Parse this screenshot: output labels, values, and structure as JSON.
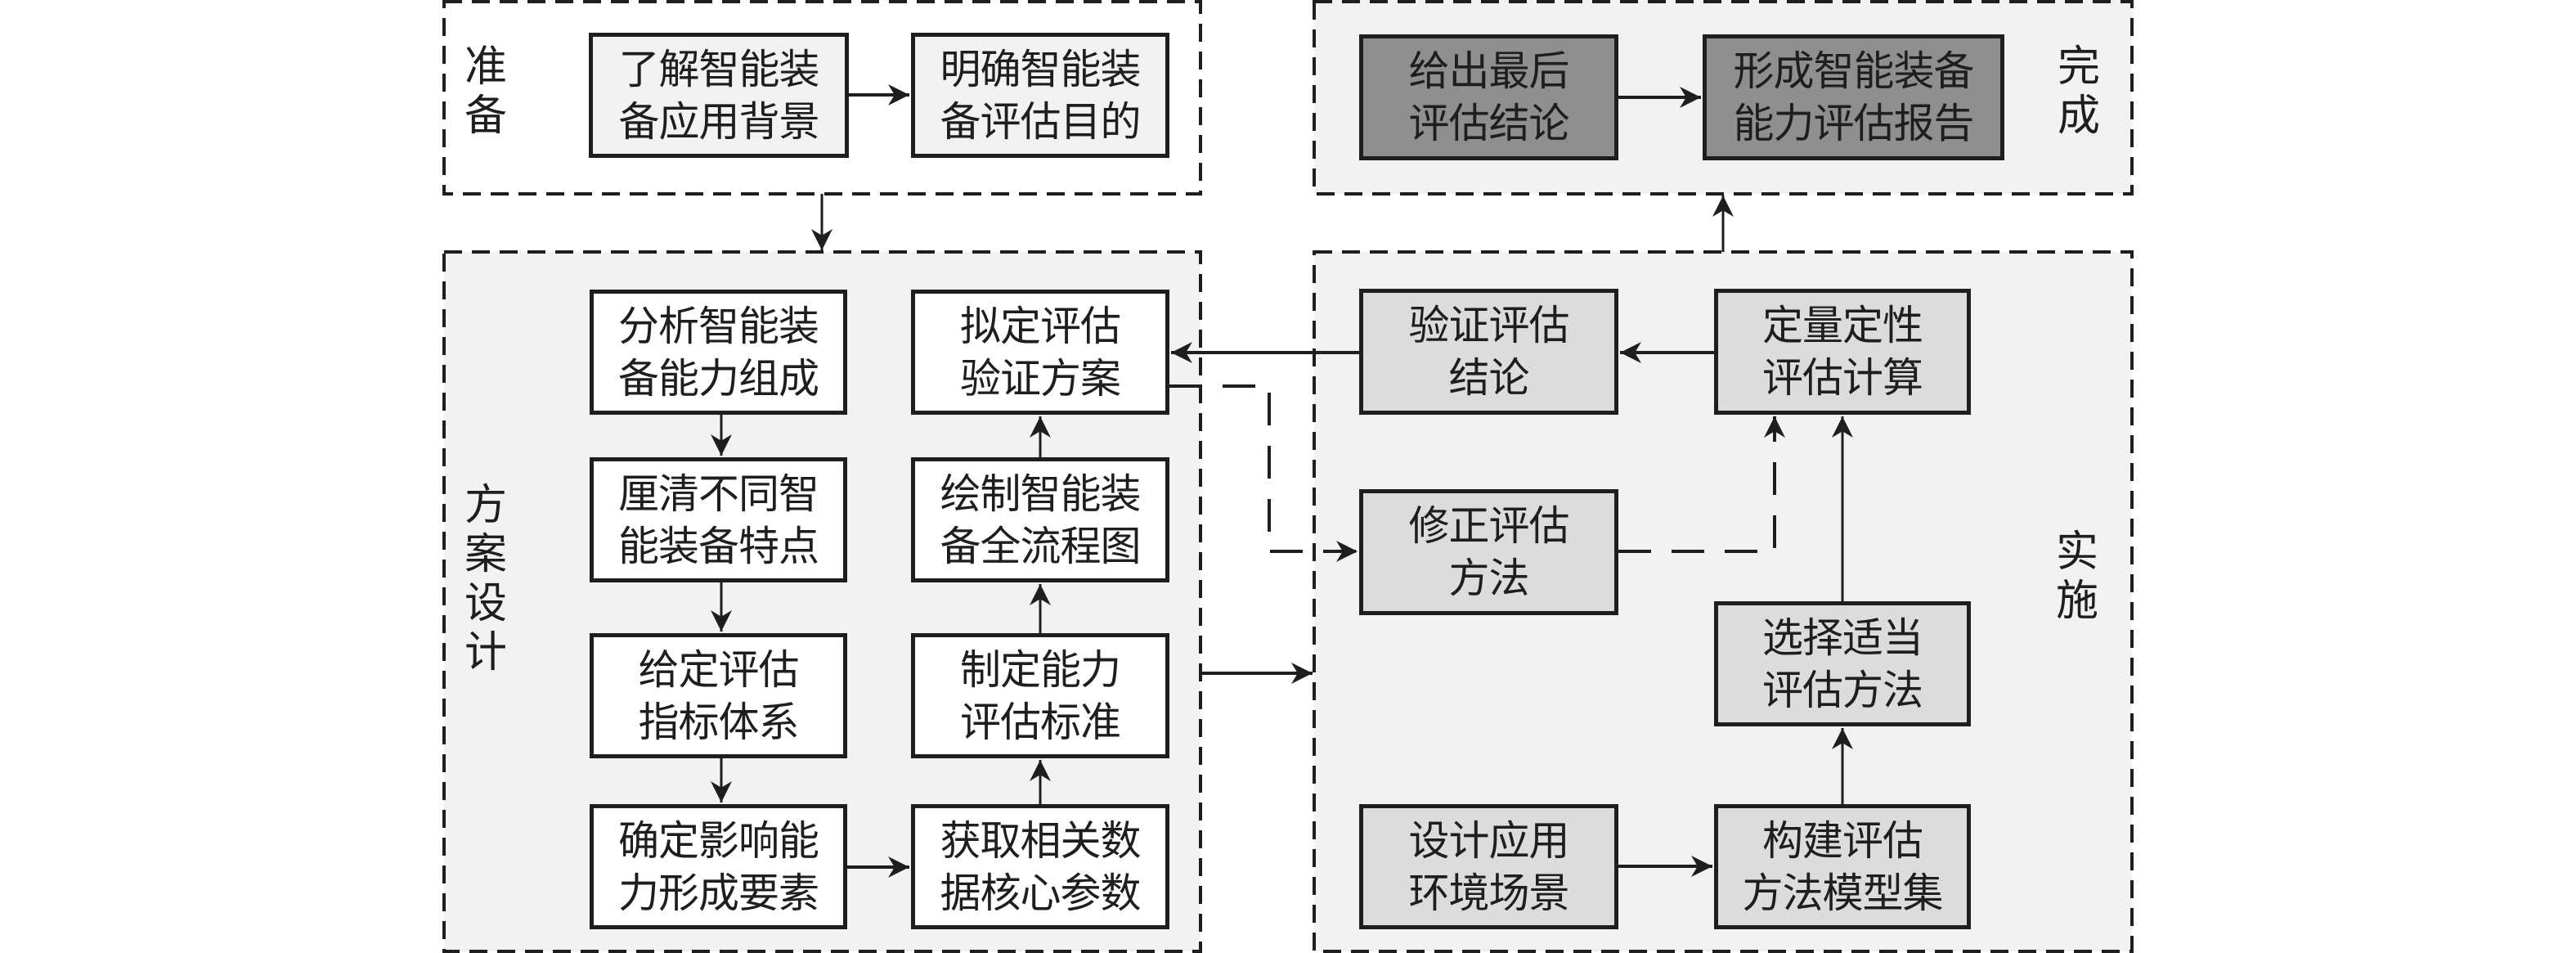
{
  "sections": {
    "prepare": {
      "label": "准\n备"
    },
    "complete": {
      "label": "完\n成"
    },
    "design": {
      "label": "方\n案\n设\n计"
    },
    "implement": {
      "label": "实\n施"
    }
  },
  "boxes": {
    "understand_background": "了解智能装\n备应用背景",
    "define_purpose": "明确智能装\n备评估目的",
    "final_conclusion": "给出最后\n评估结论",
    "form_report": "形成智能装备\n能力评估报告",
    "analyze_composition": "分析智能装\n备能力组成",
    "clarify_features": "厘清不同智\n能装备特点",
    "index_system": "给定评估\n指标体系",
    "determine_factors": "确定影响能\n力形成要素",
    "validation_plan": "拟定评估\n验证方案",
    "process_diagram": "绘制智能装\n备全流程图",
    "evaluation_standard": "制定能力\n评估标准",
    "acquire_data": "获取相关数\n据核心参数",
    "verify_conclusion": "验证评估\n结论",
    "quant_qual_calc": "定量定性\n评估计算",
    "revise_method": "修正评估\n方法",
    "select_method": "选择适当\n评估方法",
    "design_scenario": "设计应用\n环境场景",
    "build_model_set": "构建评估\n方法模型集"
  },
  "colors": {
    "line": "#1f1d1d",
    "section_fill": "#f2f2f2",
    "box_light": "#f2f2f2",
    "box_white": "#ffffff",
    "box_mid": "#dcdcdc",
    "box_dark": "#8f8f8f"
  }
}
